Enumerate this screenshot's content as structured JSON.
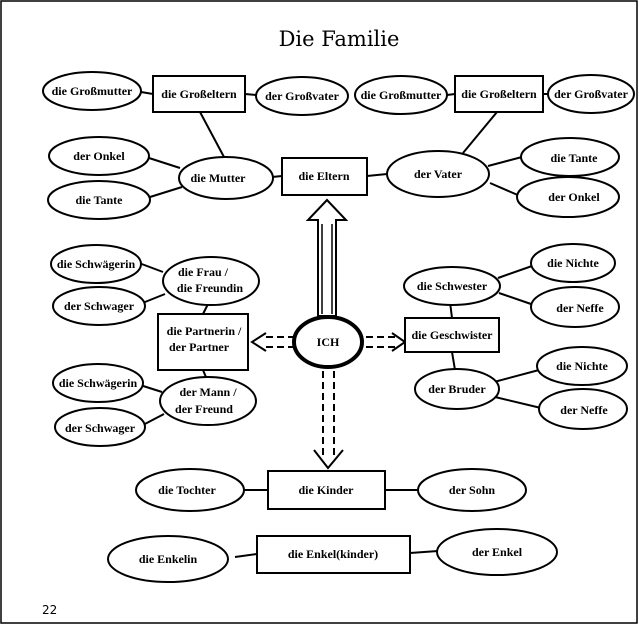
{
  "title": "Die Familie",
  "page_number": "22",
  "nodes": {
    "ich": "ICH",
    "eltern": "die Eltern",
    "mutter": "die Mutter",
    "vater": "der Vater",
    "grosseltern_m": "die Großeltern",
    "grossmutter_m": "die Großmutter",
    "grossvater_m": "der Großvater",
    "grosseltern_v": "die Großeltern",
    "grossmutter_v": "die Großmutter",
    "grossvater_v": "der Großvater",
    "onkel_m": "der Onkel",
    "tante_m": "die Tante",
    "tante_v": "die Tante",
    "onkel_v": "der Onkel",
    "partner": [
      "die Partnerin /",
      "der Partner"
    ],
    "frau": [
      "die Frau /",
      "die Freundin"
    ],
    "mann": [
      "der Mann /",
      "der Freund"
    ],
    "schwaegerin_1": "die Schwägerin",
    "schwager_1": "der Schwager",
    "schwaegerin_2": "die Schwägerin",
    "schwager_2": "der Schwager",
    "geschwister": "die Geschwister",
    "schwester": "die Schwester",
    "bruder": "der Bruder",
    "nichte_1": "die Nichte",
    "neffe_1": "der Neffe",
    "nichte_2": "die Nichte",
    "neffe_2": "der Neffe",
    "kinder": "die Kinder",
    "tochter": "die Tochter",
    "sohn": "der Sohn",
    "enkel": "die Enkel(kinder)",
    "enkelin": "die Enkelin",
    "enkel_m": "der Enkel"
  }
}
